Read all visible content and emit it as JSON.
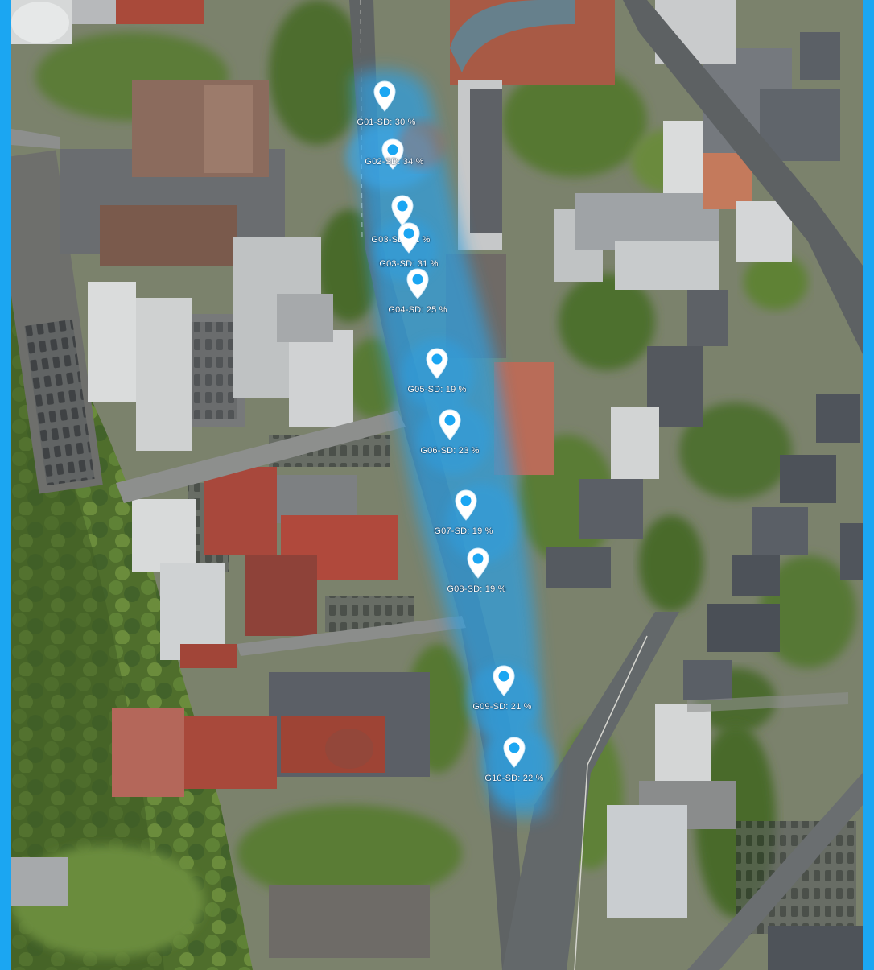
{
  "map": {
    "colors": {
      "frame": "#1ba6f2",
      "coverage_area": "#2f9fe0",
      "pin_fill": "#1ba6f2",
      "pin_stroke": "#ffffff",
      "label_text": "#ffffff"
    },
    "pin_icon": "map-marker-icon",
    "markers": [
      {
        "id": "G01",
        "label": "G01-SD: 30 %"
      },
      {
        "id": "G02",
        "label": "G02-SD: 34 %"
      },
      {
        "id": "G03",
        "label": "G03-SD: 31 %"
      },
      {
        "id": "G03b",
        "label": "G03-SD: 31 %"
      },
      {
        "id": "G04",
        "label": "G04-SD: 25 %"
      },
      {
        "id": "G05",
        "label": "G05-SD: 19 %"
      },
      {
        "id": "G06",
        "label": "G06-SD: 23 %"
      },
      {
        "id": "G07",
        "label": "G07-SD: 19 %"
      },
      {
        "id": "G08",
        "label": "G08-SD: 19 %"
      },
      {
        "id": "G09",
        "label": "G09-SD: 21 %"
      },
      {
        "id": "G10",
        "label": "G10-SD: 22 %"
      }
    ]
  }
}
